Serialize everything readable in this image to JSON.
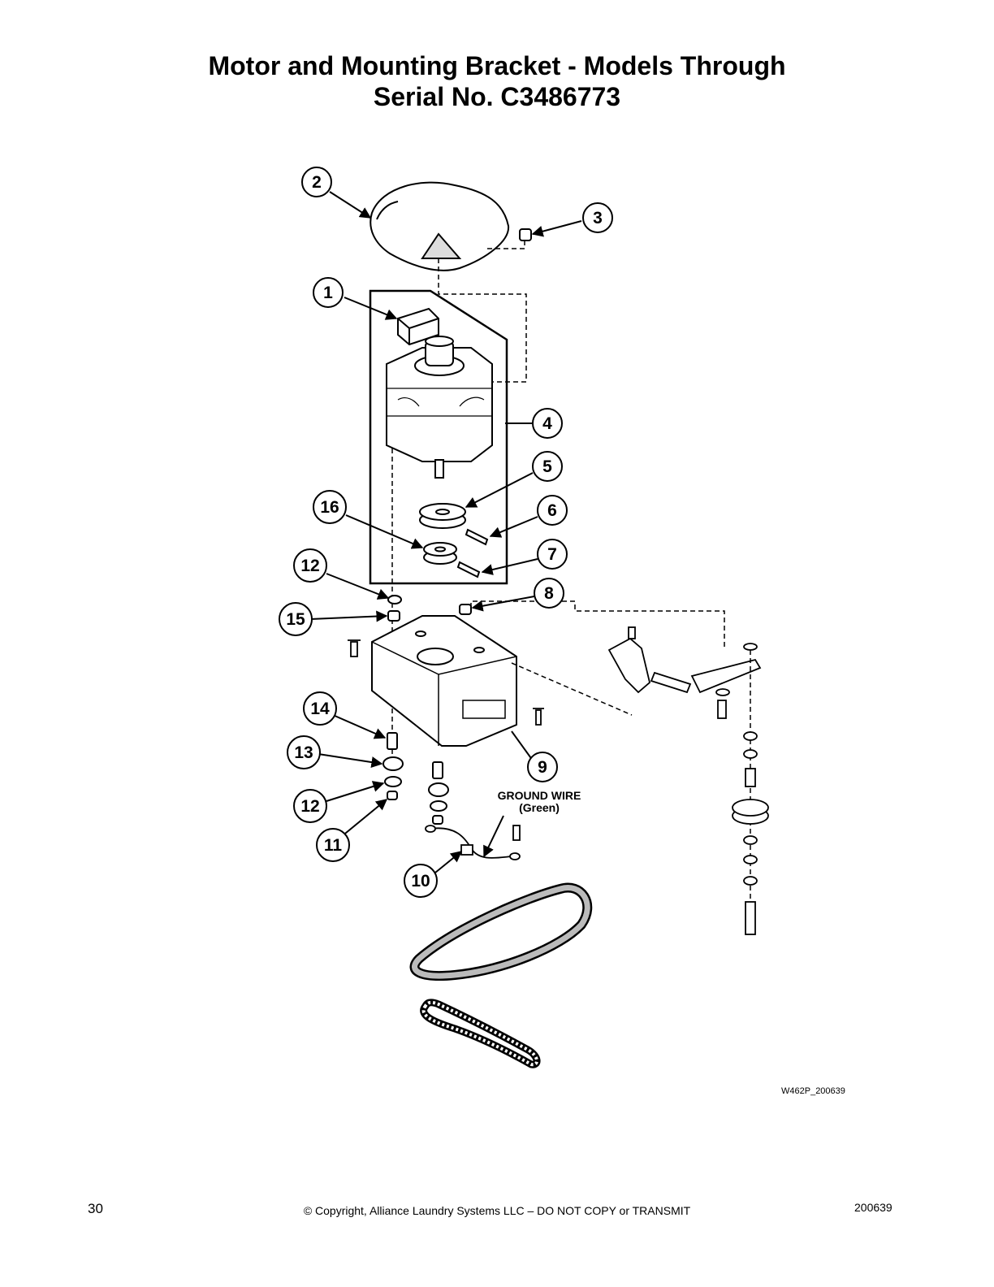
{
  "title": {
    "line1": "Motor and Mounting Bracket - Models Through",
    "line2": "Serial No. C3486773"
  },
  "callouts": [
    "1",
    "2",
    "3",
    "4",
    "5",
    "6",
    "7",
    "8",
    "9",
    "10",
    "11",
    "12",
    "12",
    "13",
    "14",
    "15",
    "16"
  ],
  "ground_wire_label": {
    "line1": "GROUND WIRE",
    "line2": "(Green)"
  },
  "figure_id": "W462P_200639",
  "footer": {
    "page_number": "30",
    "copyright": "© Copyright, Alliance Laundry Systems LLC – DO NOT COPY or TRANSMIT",
    "doc_number": "200639"
  }
}
